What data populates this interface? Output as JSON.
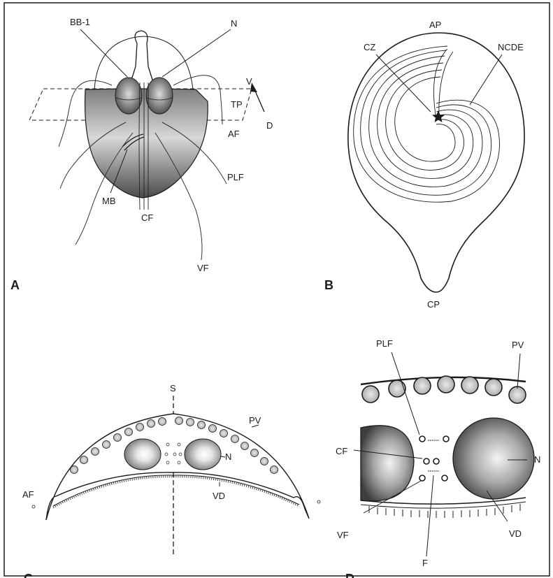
{
  "panels": {
    "a": {
      "letter": "A",
      "labels": {
        "bb1": "BB-1",
        "n": "N",
        "v": "V",
        "tp": "TP",
        "d": "D",
        "af": "AF",
        "plf": "PLF",
        "mb": "MB",
        "cf": "CF",
        "vf": "VF"
      }
    },
    "b": {
      "letter": "B",
      "labels": {
        "ap": "AP",
        "cz": "CZ",
        "ncde": "NCDE",
        "cp": "CP"
      }
    },
    "c": {
      "letter": "C",
      "labels": {
        "s": "S",
        "pv": "PV",
        "n": "N",
        "af": "AF",
        "vd": "VD"
      }
    },
    "d": {
      "letter": "D",
      "labels": {
        "plf": "PLF",
        "pv": "PV",
        "cf": "CF",
        "n": "N",
        "vf": "VF",
        "vd": "VD",
        "f": "F"
      }
    }
  },
  "colors": {
    "ink": "#1b1b1b",
    "shade_dark": "#5a5a5a",
    "shade_light": "#efefef",
    "background": "#ffffff"
  }
}
